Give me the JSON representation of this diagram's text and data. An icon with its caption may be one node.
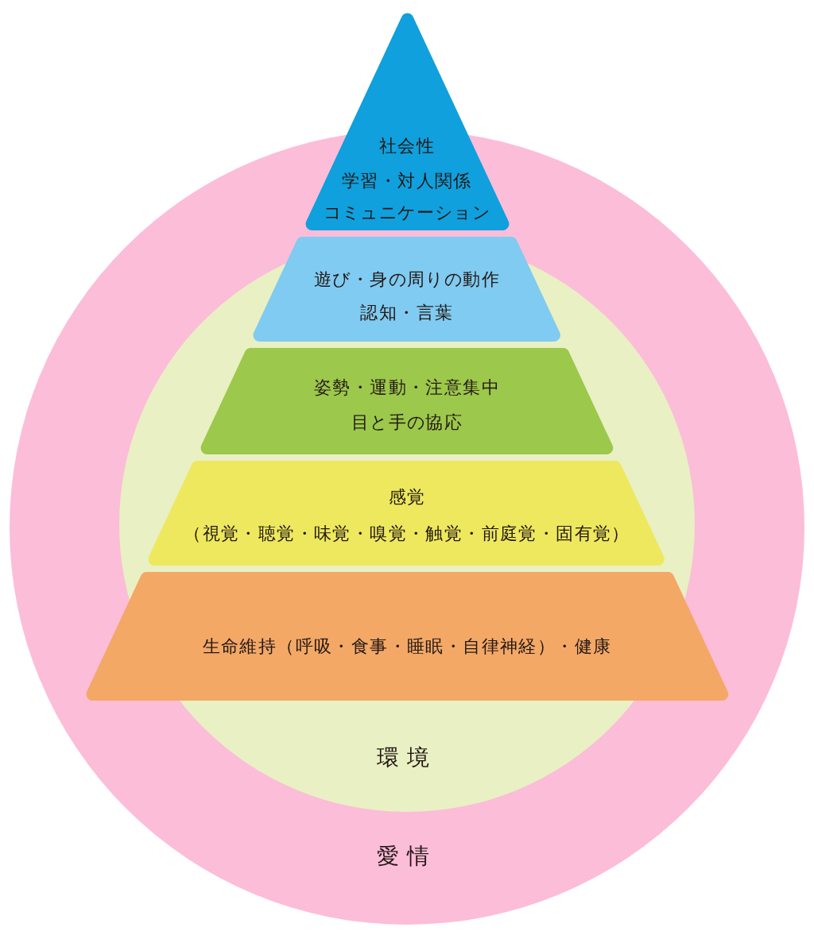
{
  "diagram": {
    "nodes": [
      {
        "text": [
          "愛情"
        ]
      },
      {
        "text": [
          "環境"
        ],
        "in": 0
      },
      {
        "text": [
          "社会性",
          "学習・対人関係",
          "コミュニケーション"
        ]
      },
      {
        "text": [
          "遊び・身の周りの動作",
          "認知・言葉"
        ],
        "in": 1
      },
      {
        "text": [
          "姿勢・運動・注意集中",
          "目と手の協応"
        ],
        "in": 1
      },
      {
        "text": [
          "感覚",
          "（視覚・聴覚・味覚・嗅覚・触覚・前庭覚・固有覚）"
        ],
        "in": 1
      },
      {
        "text": [
          "生命維持（呼吸・食事・睡眠・自律神経）・健康"
        ],
        "in": 0
      }
    ]
  }
}
